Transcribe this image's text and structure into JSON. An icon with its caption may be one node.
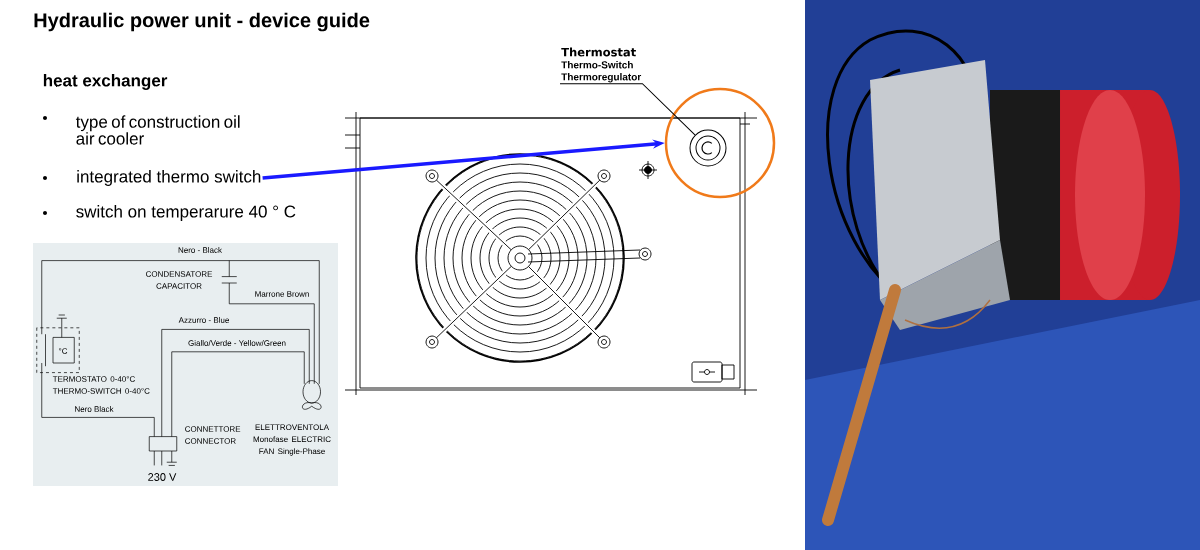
{
  "diagram": {
    "title": "Hydraulic power unit - device guide",
    "nodes": [
      {
        "text": [
          "integrated thermo switch"
        ]
      },
      {
        "text": [],
        "shape": "circle"
      },
      {
        "text": [
          "Thermostat",
          "Thermo-Switch",
          "Thermoregulator"
        ]
      },
      {
        "text": [],
        "shape": "circle",
        "in": 1
      }
    ],
    "edges": [
      {
        "from": 0,
        "to": 1,
        "arrow": "to",
        "style": "thick",
        "color": "#1a1aff"
      },
      {
        "from": 2,
        "to": 3,
        "arrow": "none",
        "color": "#000000"
      }
    ],
    "labels": [
      "heat exchanger",
      "type of construction oil air cooler",
      "switch on temperarure 40 ° C",
      "Nero - Black",
      "CONDENSATORE CAPACITOR",
      "Marrone Brown",
      "Azzurro - Blue",
      "Giallo/Verde - Yellow/Green",
      "TERMOSTATO 0-40°C THERMO-SWITCH 0-40°C",
      "Nero Black",
      "CONNETTORE CONNECTOR",
      "230 V",
      "ELETTROVENTOLA Monofase ELECTRIC FAN Single-Phase",
      "°C"
    ]
  }
}
